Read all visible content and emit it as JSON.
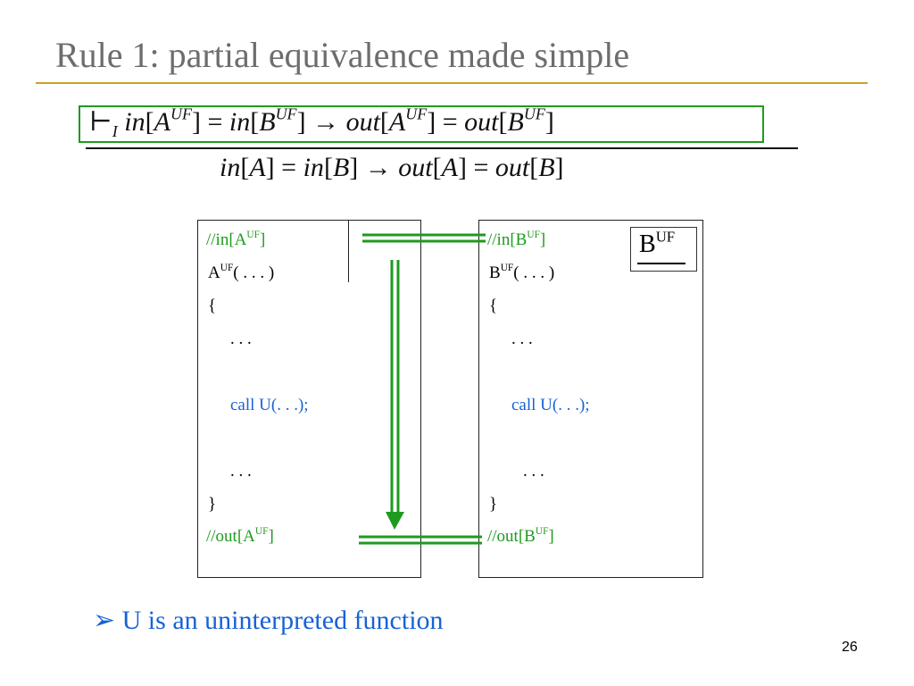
{
  "slide": {
    "title": "Rule 1: partial equivalence made simple",
    "page_number": "26"
  },
  "formula": {
    "turnstile": "⊢",
    "turnstile_sub": "I",
    "premise_in": "in",
    "premise_a": "A",
    "premise_sup": "UF",
    "premise_eq": " = ",
    "premise_b": "B",
    "premise_arrow": " → ",
    "premise_out": "out",
    "conc_in": "in",
    "conc_a": "A",
    "conc_b": "B",
    "conc_out": "out"
  },
  "program_a": {
    "in_comment": "//in[A",
    "in_close": "]",
    "sup": "UF",
    "header_name": "A",
    "header_args": "( . . . )",
    "open_brace": "{",
    "dots1": ". . .",
    "call": "call U(. . .);",
    "dots2": ". . .",
    "close_brace": "}",
    "out_comment": "//out[A",
    "out_close": "]"
  },
  "program_b": {
    "in_comment": "//in[B",
    "in_close": "]",
    "sup": "UF",
    "header_name": "B",
    "header_args": "( . . . )",
    "open_brace": "{",
    "dots1": ". . .",
    "call": "call U(. . .);",
    "dots2": ". . .",
    "close_brace": "}",
    "out_comment": "//out[B",
    "out_close": "]",
    "label_name": "B",
    "label_sup": "UF"
  },
  "bullet": {
    "marker": "➢",
    "text": "U is an uninterpreted function"
  },
  "colors": {
    "title": "#6d6d6d",
    "rule": "#c9a227",
    "green": "#1f9a1f",
    "blue": "#1762d6"
  }
}
